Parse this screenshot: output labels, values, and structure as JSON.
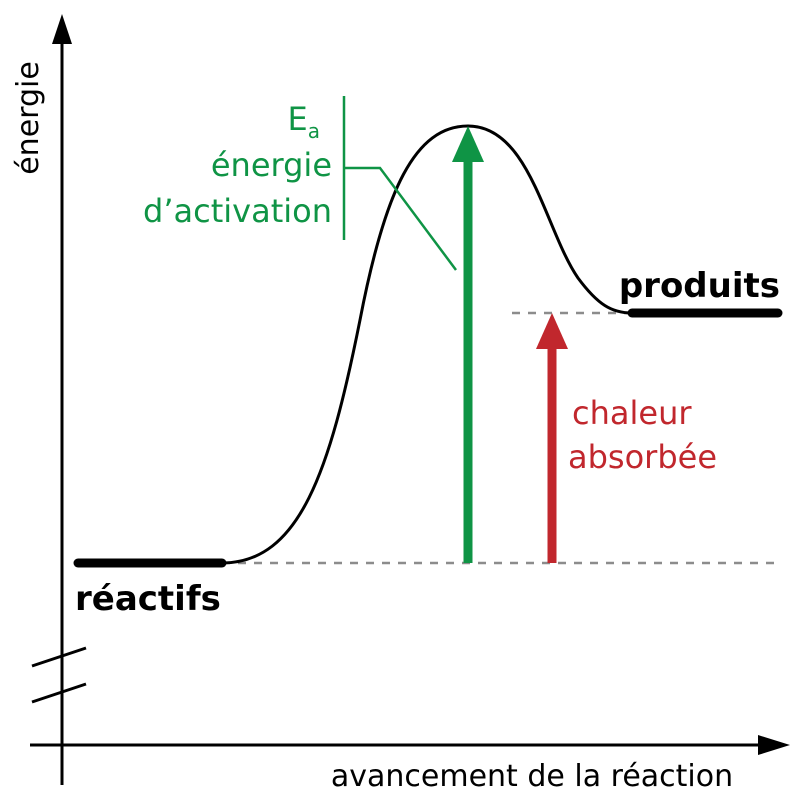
{
  "axes": {
    "y_label": "énergie",
    "x_label": "avancement de la réaction"
  },
  "levels": {
    "reactants_label": "réactifs",
    "products_label": "produits"
  },
  "activation": {
    "symbol": "E",
    "subscript": "a",
    "line1": "énergie",
    "line2": "d’activation"
  },
  "heat": {
    "line1": "chaleur",
    "line2": "absorbée"
  },
  "colors": {
    "axis": "#000000",
    "curve": "#000000",
    "activation": "#0f9445",
    "heat": "#c1272d",
    "guide": "#8c8c8c"
  }
}
